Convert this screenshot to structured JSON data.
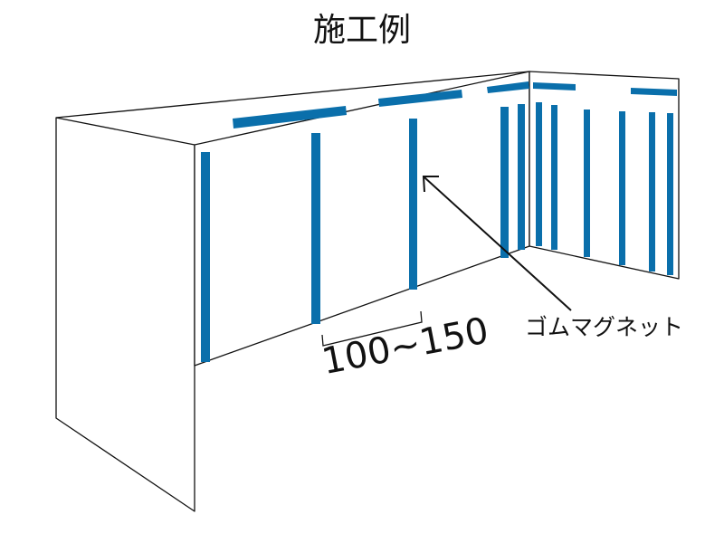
{
  "title": "施工例",
  "callout_label": "ゴムマグネット",
  "dimension_label": "100~150",
  "colors": {
    "magnet": "#0a6fab",
    "line": "#111111",
    "background": "#ffffff"
  }
}
